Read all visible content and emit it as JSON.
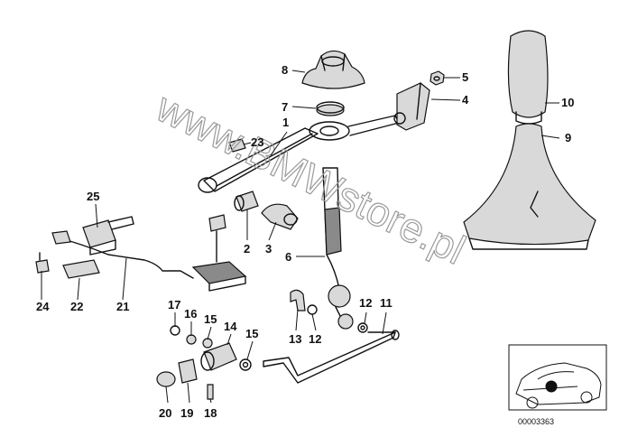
{
  "watermark": "www.BMWstore.pl",
  "reference_code": "00003363",
  "callouts": {
    "c1": "1",
    "c2": "2",
    "c3": "3",
    "c4": "4",
    "c5": "5",
    "c6": "6",
    "c7": "7",
    "c8": "8",
    "c9": "9",
    "c10": "10",
    "c11": "11",
    "c12a": "12",
    "c12b": "12",
    "c13": "13",
    "c14": "14",
    "c15a": "15",
    "c15b": "15",
    "c16": "16",
    "c17": "17",
    "c18": "18",
    "c19": "19",
    "c20": "20",
    "c21": "21",
    "c22": "22",
    "c23": "23",
    "c24": "24",
    "c25": "25"
  }
}
